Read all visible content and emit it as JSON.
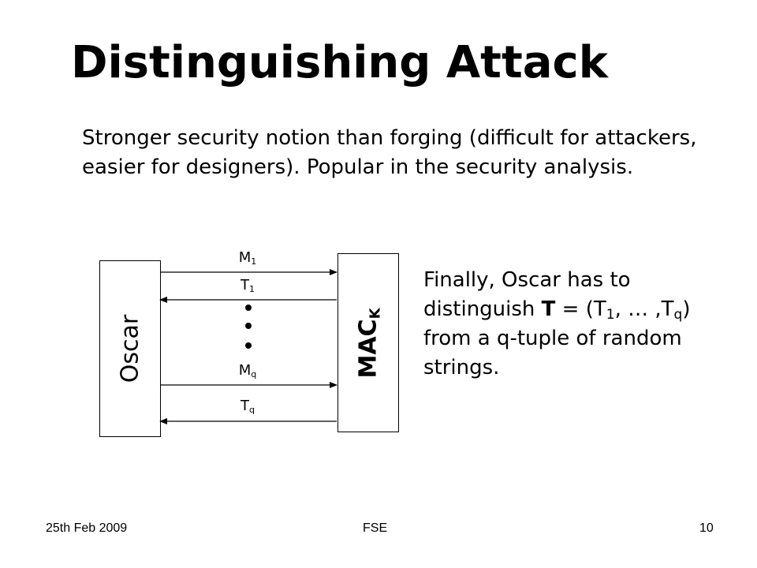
{
  "title": "Distinguishing Attack",
  "intro": "Stronger security notion than forging (difficult for attackers,  easier for designers).  Popular in the security analysis.",
  "diagram": {
    "left_box": "Oscar",
    "right_box": {
      "main": "MAC",
      "sub": "K"
    },
    "messages": [
      {
        "base": "M",
        "sub": "1"
      },
      {
        "base": "T",
        "sub": "1"
      },
      {
        "base": "M",
        "sub": "q"
      },
      {
        "base": "T",
        "sub": "q"
      }
    ]
  },
  "side_text": {
    "part1": "Finally, Oscar has to distinguish ",
    "bold_T": "T",
    "part2": " = (T",
    "sub1": "1",
    "part3": ", … ,T",
    "subq": "q",
    "part4": ") from a q-tuple of random strings."
  },
  "footer": {
    "left": "25th Feb 2009",
    "center": "FSE",
    "right": "10"
  }
}
